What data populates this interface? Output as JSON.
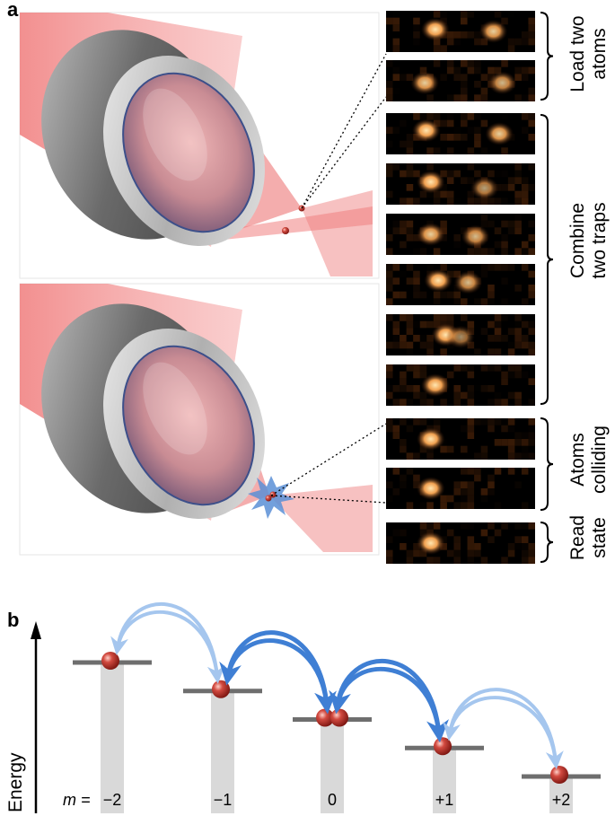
{
  "panel_a": {
    "letter": "a",
    "group_labels": [
      {
        "line1": "Load two",
        "line2": "atoms"
      },
      {
        "line1": "Combine",
        "line2": "two traps"
      },
      {
        "line1": "Atoms",
        "line2": "colliding"
      },
      {
        "line1": "Read",
        "line2": "state"
      }
    ],
    "frames": [
      {
        "stage": "load",
        "spots": [
          [
            0.33,
            0.45,
            1.0
          ],
          [
            0.72,
            0.5,
            0.9
          ]
        ]
      },
      {
        "stage": "load",
        "spots": [
          [
            0.26,
            0.55,
            0.9
          ],
          [
            0.78,
            0.55,
            0.8
          ]
        ]
      },
      {
        "stage": "combine",
        "spots": [
          [
            0.27,
            0.42,
            1.0
          ],
          [
            0.76,
            0.5,
            0.9
          ]
        ]
      },
      {
        "stage": "combine",
        "spots": [
          [
            0.3,
            0.45,
            1.0
          ],
          [
            0.66,
            0.6,
            0.7
          ]
        ]
      },
      {
        "stage": "combine",
        "spots": [
          [
            0.3,
            0.5,
            0.9
          ],
          [
            0.6,
            0.55,
            0.8
          ]
        ]
      },
      {
        "stage": "combine",
        "spots": [
          [
            0.35,
            0.4,
            1.0
          ],
          [
            0.55,
            0.45,
            0.8
          ]
        ]
      },
      {
        "stage": "combine",
        "spots": [
          [
            0.4,
            0.5,
            1.0
          ],
          [
            0.5,
            0.55,
            0.6
          ]
        ]
      },
      {
        "stage": "combine",
        "spots": [
          [
            0.33,
            0.5,
            1.0
          ]
        ]
      },
      {
        "stage": "collide",
        "spots": [
          [
            0.3,
            0.5,
            1.0
          ]
        ]
      },
      {
        "stage": "collide",
        "spots": [
          [
            0.3,
            0.5,
            1.0
          ]
        ]
      },
      {
        "stage": "read",
        "spots": [
          [
            0.3,
            0.5,
            1.0
          ]
        ]
      }
    ],
    "colors": {
      "beam": "#ef7575",
      "lens_metal": "#8f8f8f",
      "atom": "#b22222",
      "frame_bg": "#000000",
      "spot": "#ffb060",
      "burst": "#5b8fd6"
    }
  },
  "panel_b": {
    "letter": "b",
    "axis_label": "Energy",
    "m_prefix": "m =",
    "levels": [
      {
        "m": "−2",
        "energy": 4,
        "atoms": 1
      },
      {
        "m": "−1",
        "energy": 3,
        "atoms": 1
      },
      {
        "m": "0",
        "energy": 2,
        "atoms": 2
      },
      {
        "m": "+1",
        "energy": 1,
        "atoms": 1
      },
      {
        "m": "+2",
        "energy": 0,
        "atoms": 1
      }
    ],
    "transitions": [
      {
        "from": "−1",
        "to": "−2",
        "strength": "weak"
      },
      {
        "from": "−2",
        "to": "−1",
        "strength": "weak"
      },
      {
        "from": "0",
        "to": "−1",
        "strength": "strong"
      },
      {
        "from": "−1",
        "to": "0",
        "strength": "strong"
      },
      {
        "from": "+1",
        "to": "0",
        "strength": "strong"
      },
      {
        "from": "0",
        "to": "+1",
        "strength": "strong"
      },
      {
        "from": "+2",
        "to": "+1",
        "strength": "weak"
      },
      {
        "from": "+1",
        "to": "+2",
        "strength": "weak"
      }
    ],
    "colors": {
      "strong_arrow": "#3f7fd4",
      "weak_arrow": "#a5c6ee",
      "level_line": "#6e6e6e",
      "column": "#d9d9d9",
      "atom": "#c0302b"
    }
  }
}
